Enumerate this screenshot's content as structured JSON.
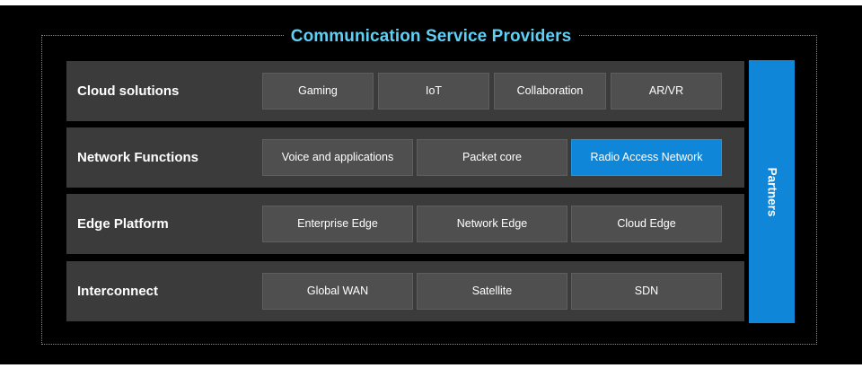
{
  "title": "Communication Service Providers",
  "colors": {
    "background": "#000000",
    "title": "#5fd0f5",
    "row": "#3b3b3b",
    "cell": "#4f4f4f",
    "accent": "#0f86d8"
  },
  "rows": [
    {
      "label": "Cloud solutions",
      "cells": [
        "Gaming",
        "IoT",
        "Collaboration",
        "AR/VR"
      ]
    },
    {
      "label": "Network Functions",
      "cells": [
        "Voice and applications",
        "Packet core",
        "Radio Access Network"
      ],
      "highlighted": "Radio Access Network"
    },
    {
      "label": "Edge Platform",
      "cells": [
        "Enterprise Edge",
        "Network Edge",
        "Cloud Edge"
      ]
    },
    {
      "label": "Interconnect",
      "cells": [
        "Global WAN",
        "Satellite",
        "SDN"
      ]
    }
  ],
  "partners": "Partners"
}
